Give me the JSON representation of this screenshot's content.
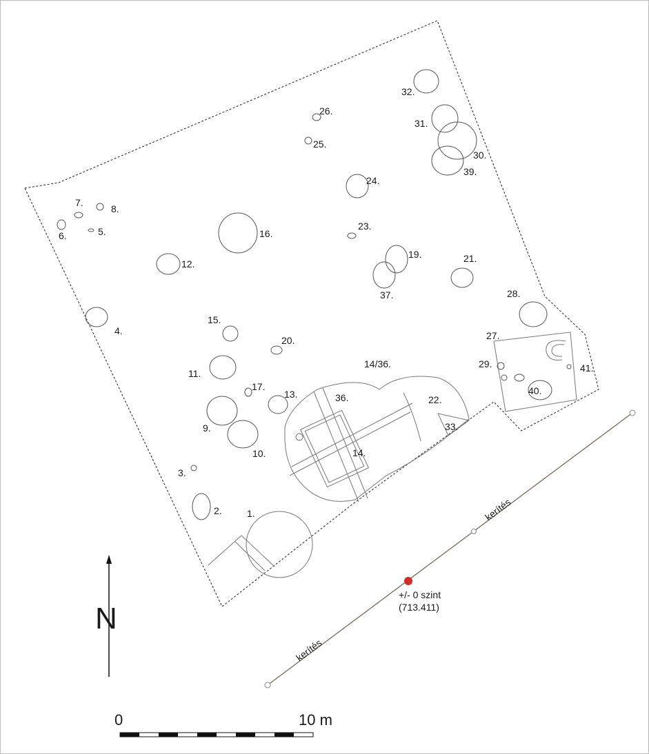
{
  "feature_labels": [
    "1.",
    "2.",
    "3.",
    "4.",
    "5.",
    "6.",
    "7.",
    "8.",
    "9.",
    "10.",
    "11.",
    "12.",
    "13.",
    "14.",
    "14/36.",
    "15.",
    "16.",
    "17.",
    "19.",
    "20.",
    "21.",
    "22.",
    "23.",
    "24.",
    "25.",
    "26.",
    "27.",
    "28.",
    "29.",
    "30.",
    "31.",
    "32.",
    "33.",
    "36.",
    "37.",
    "39.",
    "40.",
    "41."
  ],
  "fence_label_lower": "kerítés",
  "fence_label_upper": "kerítés",
  "datum_line1": "+/- 0 szint",
  "datum_line2": "(713.411)",
  "north_label": "N",
  "scale_start": "0",
  "scale_end": "10 m",
  "colors": {
    "datum_point": "#d42a2a",
    "fence": "#7a6a55",
    "line": "#555555"
  }
}
